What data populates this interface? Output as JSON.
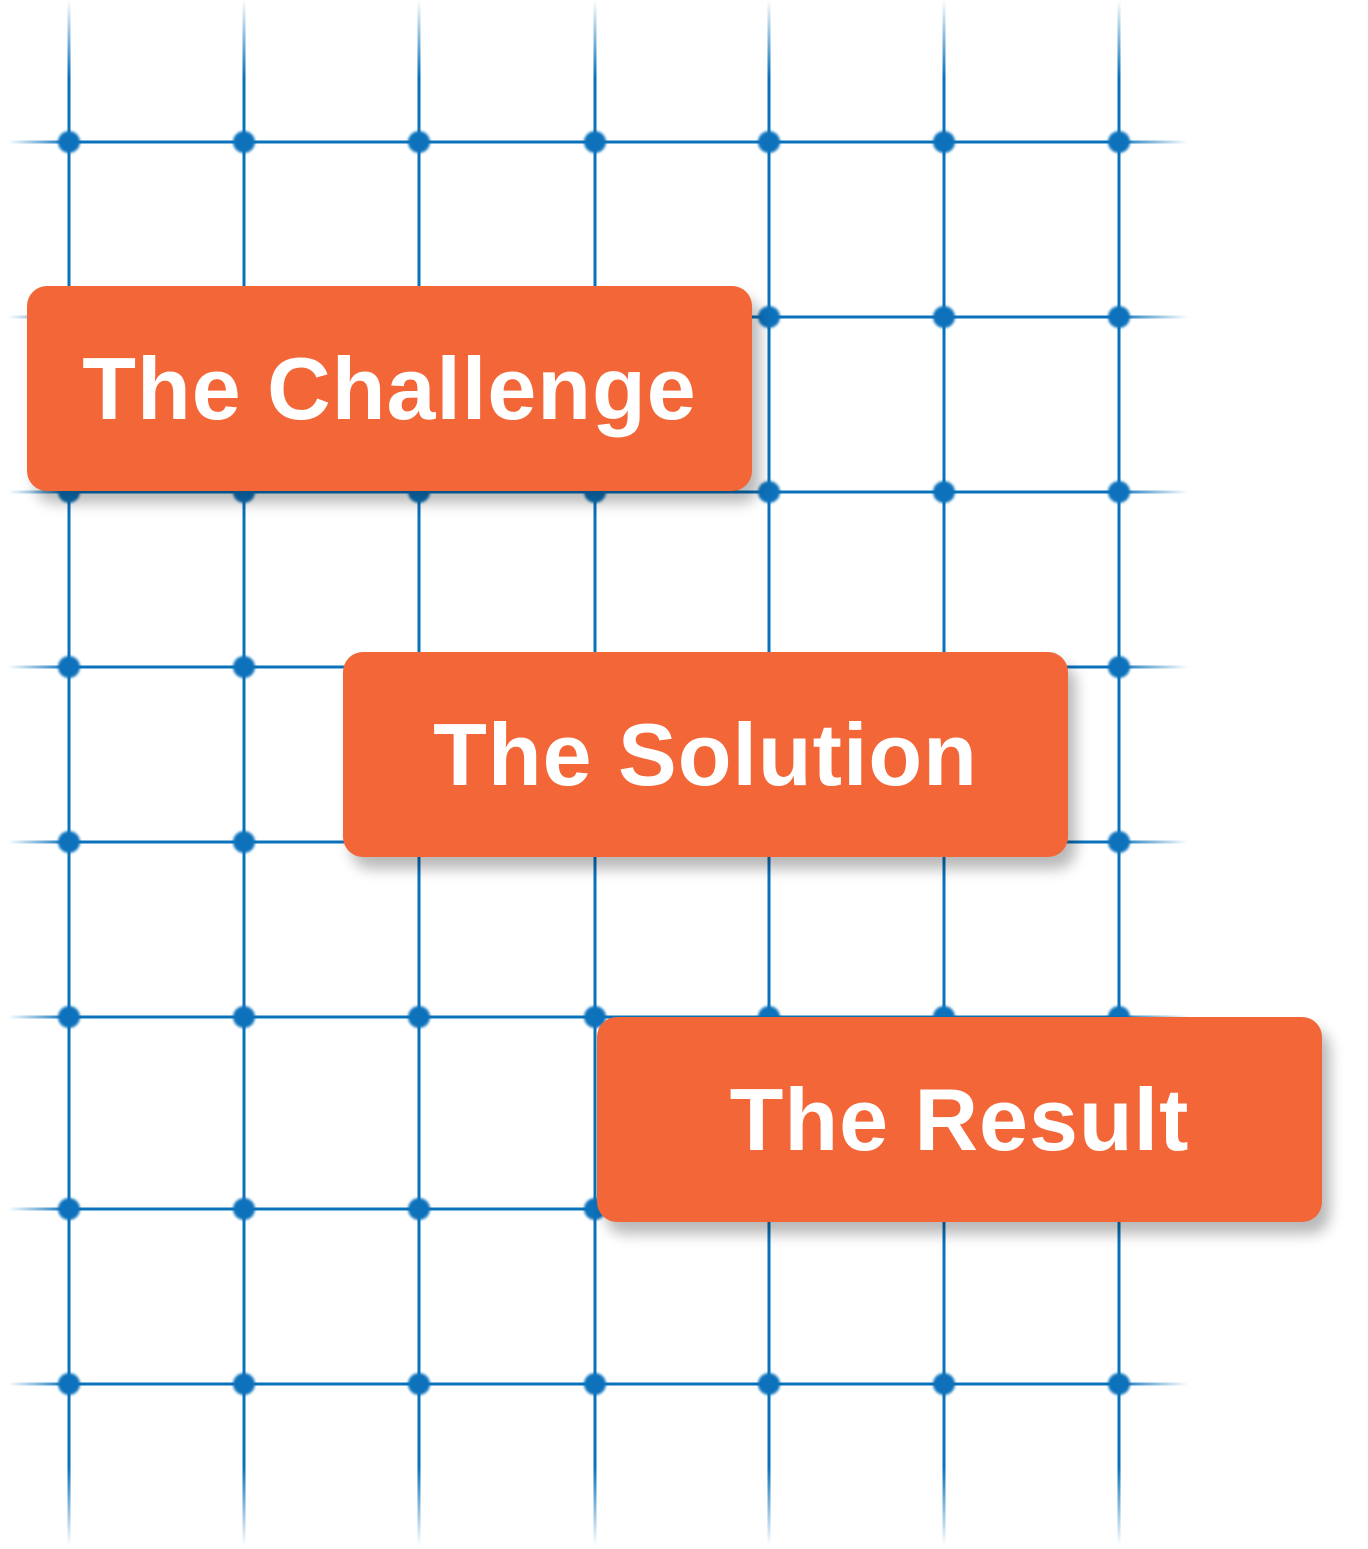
{
  "colors": {
    "grid": "#0a72bb",
    "box": "#f26637",
    "text": "#ffffff"
  },
  "steps": [
    {
      "label": "The Challenge"
    },
    {
      "label": "The Solution"
    },
    {
      "label": "The Result"
    }
  ]
}
